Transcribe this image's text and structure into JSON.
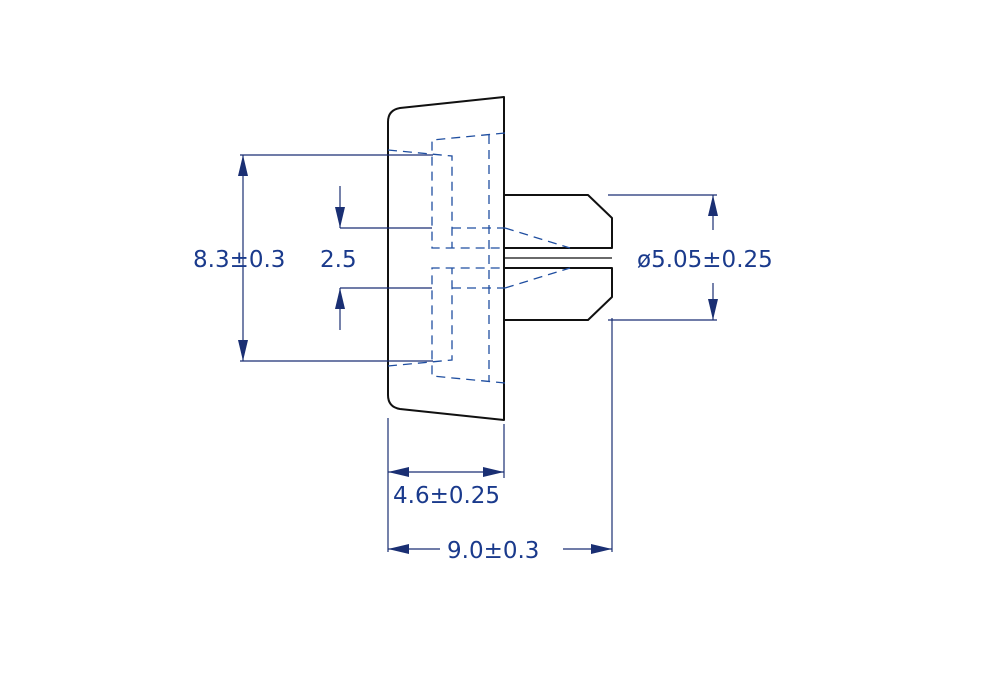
{
  "colors": {
    "outline": "#111111",
    "hidden_line": "#1f4ea0",
    "dimension": "#1a2f73",
    "dimension_text": "#1a3a8c",
    "background": "#ffffff"
  },
  "dimensions": {
    "overall_height": "8.3±0.3",
    "slot_width": "2.5",
    "tip_diameter": "ø5.05±0.25",
    "head_length": "4.6±0.25",
    "overall_length": "9.0±0.3"
  }
}
